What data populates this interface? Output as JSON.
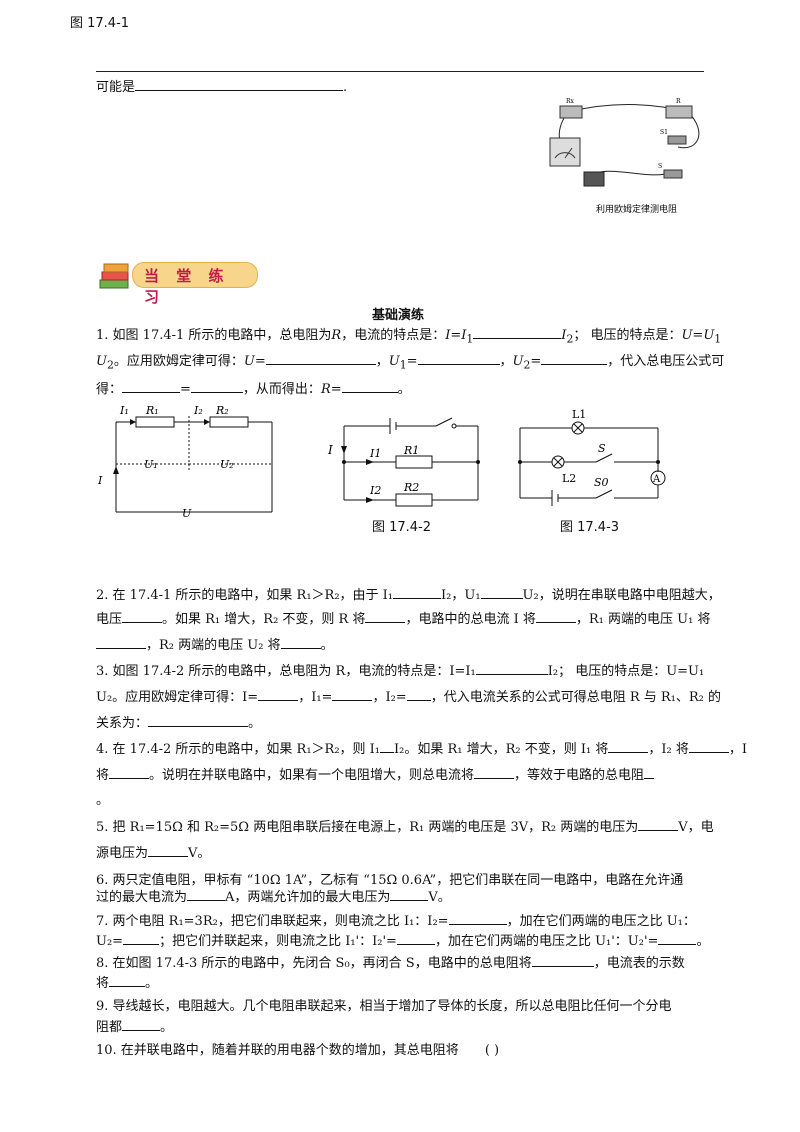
{
  "header": {
    "label": "图 17.4-1"
  },
  "top_line": {
    "prefix": "可能是",
    "suffix": "."
  },
  "photo": {
    "caption": "利用欧姆定律测电阻",
    "labels": {
      "rx": "Rx",
      "r": "R",
      "s1": "S1",
      "s": "S"
    }
  },
  "banner": {
    "title": "当 堂 练 习"
  },
  "section": {
    "title": "基础演练"
  },
  "q1": {
    "l1a": "1. 如图 17.4-1 所示的电路中，总电阻为",
    "l1b": "R",
    "l1c": "，电流的特点是：",
    "l1d": "I=I",
    "l1e": "1",
    "l1f": "I",
    "l1g": "2",
    "l1h": "；  电压的特点是：",
    "l1i": "U=U",
    "l1j": "1",
    "l2a": "U",
    "l2b": "2",
    "l2c": "。应用欧姆定律可得：",
    "l2d": "U=",
    "l2e": "，",
    "l2f": "U",
    "l2g": "1",
    "l2h": "=",
    "l2i": "，",
    "l2j": "U",
    "l2k": "2",
    "l2l": "=",
    "l2m": "，代入总电压公式可",
    "l3a": "得：",
    "l3b": "=",
    "l3c": "，从而得出：",
    "l3d": "R=",
    "l3e": "。"
  },
  "fig1": {
    "i1": "I₁",
    "r1": "R₁",
    "i2": "I₂",
    "r2": "R₂",
    "u1": "U₁",
    "u2": "U₂",
    "i": "I",
    "u": "U"
  },
  "fig2": {
    "caption": "图 17.4-2",
    "i": "I",
    "i1": "I1",
    "r1": "R1",
    "i2": "I2",
    "r2": "R2"
  },
  "fig3": {
    "caption": "图 17.4-3",
    "l1": "L1",
    "s": "S",
    "l2": "L2",
    "s0": "S0",
    "a": "A"
  },
  "q2": {
    "l1": "2. 在 17.4-1 所示的电路中，如果 R₁＞R₂，由于 I₁",
    "l1b": "I₂，U₁",
    "l1c": "U₂，说明在串联电路中电阻越大，",
    "l2a": "电压",
    "l2b": "。如果 R₁ 增大，R₂ 不变，则 R 将",
    "l2c": "，电路中的总电流 I 将",
    "l2d": "，R₁ 两端的电压 U₁ 将",
    "l3a": "，R₂ 两端的电压 U₂ 将",
    "l3b": "。"
  },
  "q3": {
    "l1a": "3. 如图 17.4-2 所示的电路中，总电阻为 R，电流的特点是：I=I₁",
    "l1b": "I₂；  电压的特点是：U=U₁",
    "l2a": "U₂。应用欧姆定律可得：I=",
    "l2b": "，I₁=",
    "l2c": "，I₂=",
    "l2d": "，代入电流关系的公式可得总电阻 R 与 R₁、R₂ 的",
    "l3a": "关系为：",
    "l3b": "。"
  },
  "q4": {
    "l1a": "4. 在 17.4-2 所示的电路中，如果 R₁＞R₂，则 I₁",
    "l1b": "I₂。如果 R₁ 增大，R₂ 不变，则 I₁ 将",
    "l1c": "，I₂ 将",
    "l1d": "，I",
    "l2a": "将",
    "l2b": "。说明在并联电路中，如果有一个电阻增大，则总电流将",
    "l2c": "，等效于电路的总电阻",
    "l3": "。"
  },
  "q5": {
    "l1a": "5. 把 R₁=15Ω 和 R₂=5Ω 两电阻串联后接在电源上，R₁ 两端的电压是 3V，R₂ 两端的电压为",
    "l1b": "V，电",
    "l2a": "源电压为",
    "l2b": "V。"
  },
  "q6": {
    "l1": "6. 两只定值电阻，甲标有 “10Ω  1A”，乙标有 “15Ω  0.6A”，把它们串联在同一电路中，电路在允许通",
    "l2a": "过的最大电流为",
    "l2b": "A，两端允许加的最大电压为",
    "l2c": "V。"
  },
  "q7": {
    "l1a": "7. 两个电阻 R₁=3R₂，把它们串联起来，则电流之比 I₁：I₂=",
    "l1b": "，加在它们两端的电压之比 U₁：",
    "l2a": "U₂=",
    "l2b": "；把它们并联起来，则电流之比 I₁'：I₂'=",
    "l2c": "，加在它们两端的电压之比 U₁'：U₂'=",
    "l2d": "。"
  },
  "q8": {
    "l1a": "8. 在如图 17.4-3 所示的电路中，先闭合 S₀，再闭合 S，电路中的总电阻将",
    "l1b": "，电流表的示数",
    "l2a": "将",
    "l2b": "。"
  },
  "q9": {
    "l1": "9. 导线越长，电阻越大。几个电阻串联起来，相当于增加了导体的长度，所以总电阻比任何一个分电",
    "l2a": "阻都",
    "l2b": "。"
  },
  "q10": {
    "l1": "10.  在并联电路中，随着并联的用电器个数的增加，其总电阻将",
    "paren": "(     )"
  }
}
